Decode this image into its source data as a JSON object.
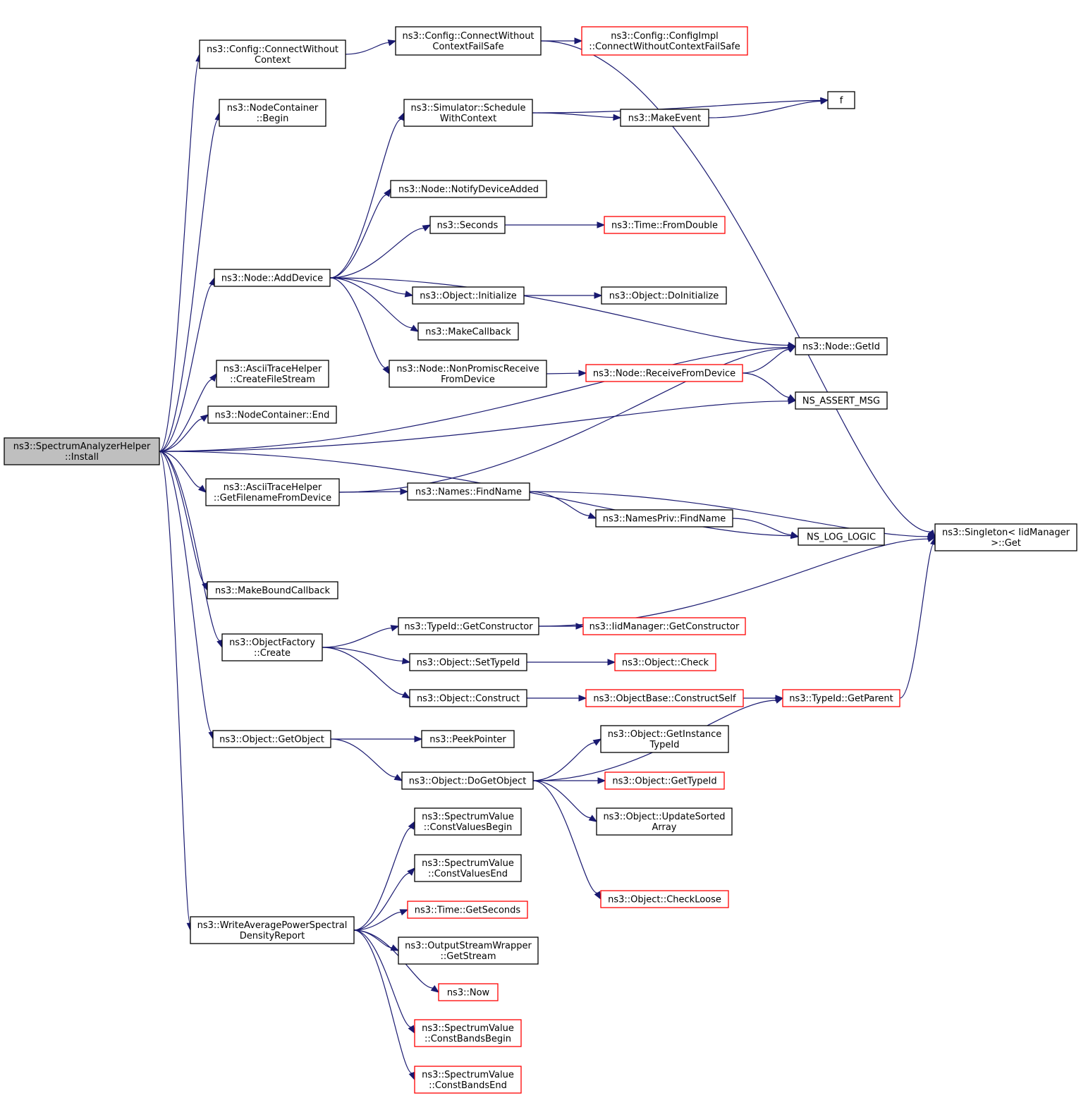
{
  "nodes": [
    {
      "id": "root",
      "lines": [
        "ns3::SpectrumAnalyzerHelper",
        "::Install"
      ],
      "style": "root"
    },
    {
      "id": "connectWithoutContext",
      "lines": [
        "ns3::Config::ConnectWithout",
        "Context"
      ],
      "style": "normal"
    },
    {
      "id": "connectWithoutContextFailSafe",
      "lines": [
        "ns3::Config::ConnectWithout",
        "ContextFailSafe"
      ],
      "style": "normal"
    },
    {
      "id": "configImplConnect",
      "lines": [
        "ns3::Config::ConfigImpl",
        "::ConnectWithoutContextFailSafe"
      ],
      "style": "red"
    },
    {
      "id": "nodeContainerBegin",
      "lines": [
        "ns3::NodeContainer",
        "::Begin"
      ],
      "style": "normal"
    },
    {
      "id": "scheduleWithContext",
      "lines": [
        "ns3::Simulator::Schedule",
        "WithContext"
      ],
      "style": "normal"
    },
    {
      "id": "f",
      "lines": [
        "f"
      ],
      "style": "normal"
    },
    {
      "id": "makeEvent",
      "lines": [
        "ns3::MakeEvent"
      ],
      "style": "normal"
    },
    {
      "id": "notifyDeviceAdded",
      "lines": [
        "ns3::Node::NotifyDeviceAdded"
      ],
      "style": "normal"
    },
    {
      "id": "seconds",
      "lines": [
        "ns3::Seconds"
      ],
      "style": "normal"
    },
    {
      "id": "timeFromDouble",
      "lines": [
        "ns3::Time::FromDouble"
      ],
      "style": "red"
    },
    {
      "id": "addDevice",
      "lines": [
        "ns3::Node::AddDevice"
      ],
      "style": "normal"
    },
    {
      "id": "objectInitialize",
      "lines": [
        "ns3::Object::Initialize"
      ],
      "style": "normal"
    },
    {
      "id": "doInitialize",
      "lines": [
        "ns3::Object::DoInitialize"
      ],
      "style": "normal"
    },
    {
      "id": "makeCallback",
      "lines": [
        "ns3::MakeCallback"
      ],
      "style": "normal"
    },
    {
      "id": "nodeGetId",
      "lines": [
        "ns3::Node::GetId"
      ],
      "style": "normal"
    },
    {
      "id": "nonPromisc",
      "lines": [
        "ns3::Node::NonPromiscReceive",
        "FromDevice"
      ],
      "style": "normal"
    },
    {
      "id": "receiveFromDevice",
      "lines": [
        "ns3::Node::ReceiveFromDevice"
      ],
      "style": "red"
    },
    {
      "id": "createFileStream",
      "lines": [
        "ns3::AsciiTraceHelper",
        "::CreateFileStream"
      ],
      "style": "normal"
    },
    {
      "id": "nodeContainerEnd",
      "lines": [
        "ns3::NodeContainer::End"
      ],
      "style": "normal"
    },
    {
      "id": "nsAssertMsg",
      "lines": [
        "NS_ASSERT_MSG"
      ],
      "style": "normal"
    },
    {
      "id": "getFilename",
      "lines": [
        "ns3::AsciiTraceHelper",
        "::GetFilenameFromDevice"
      ],
      "style": "normal"
    },
    {
      "id": "namesFindName",
      "lines": [
        "ns3::Names::FindName"
      ],
      "style": "normal"
    },
    {
      "id": "namesPrivFindName",
      "lines": [
        "ns3::NamesPriv::FindName"
      ],
      "style": "normal"
    },
    {
      "id": "nsLogLogic",
      "lines": [
        "NS_LOG_LOGIC"
      ],
      "style": "normal"
    },
    {
      "id": "singletonGet",
      "lines": [
        "ns3::Singleton< IidManager",
        ">::Get"
      ],
      "style": "normal"
    },
    {
      "id": "makeBoundCallback",
      "lines": [
        "ns3::MakeBoundCallback"
      ],
      "style": "normal"
    },
    {
      "id": "getConstructor",
      "lines": [
        "ns3::TypeId::GetConstructor"
      ],
      "style": "normal"
    },
    {
      "id": "iidGetConstructor",
      "lines": [
        "ns3::IidManager::GetConstructor"
      ],
      "style": "red"
    },
    {
      "id": "objectFactoryCreate",
      "lines": [
        "ns3::ObjectFactory",
        "::Create"
      ],
      "style": "normal"
    },
    {
      "id": "setTypeId",
      "lines": [
        "ns3::Object::SetTypeId"
      ],
      "style": "normal"
    },
    {
      "id": "objectCheck",
      "lines": [
        "ns3::Object::Check"
      ],
      "style": "red"
    },
    {
      "id": "objectConstruct",
      "lines": [
        "ns3::Object::Construct"
      ],
      "style": "normal"
    },
    {
      "id": "constructSelf",
      "lines": [
        "ns3::ObjectBase::ConstructSelf"
      ],
      "style": "red"
    },
    {
      "id": "getParent",
      "lines": [
        "ns3::TypeId::GetParent"
      ],
      "style": "red"
    },
    {
      "id": "getObject",
      "lines": [
        "ns3::Object::GetObject"
      ],
      "style": "normal"
    },
    {
      "id": "peekPointer",
      "lines": [
        "ns3::PeekPointer"
      ],
      "style": "normal"
    },
    {
      "id": "getInstanceTypeId",
      "lines": [
        "ns3::Object::GetInstance",
        "TypeId"
      ],
      "style": "normal"
    },
    {
      "id": "doGetObject",
      "lines": [
        "ns3::Object::DoGetObject"
      ],
      "style": "normal"
    },
    {
      "id": "getTypeId",
      "lines": [
        "ns3::Object::GetTypeId"
      ],
      "style": "red"
    },
    {
      "id": "updateSortedArray",
      "lines": [
        "ns3::Object::UpdateSorted",
        "Array"
      ],
      "style": "normal"
    },
    {
      "id": "constValuesBegin",
      "lines": [
        "ns3::SpectrumValue",
        "::ConstValuesBegin"
      ],
      "style": "normal"
    },
    {
      "id": "constValuesEnd",
      "lines": [
        "ns3::SpectrumValue",
        "::ConstValuesEnd"
      ],
      "style": "normal"
    },
    {
      "id": "timeGetSeconds",
      "lines": [
        "ns3::Time::GetSeconds"
      ],
      "style": "red"
    },
    {
      "id": "checkLoose",
      "lines": [
        "ns3::Object::CheckLoose"
      ],
      "style": "red"
    },
    {
      "id": "writeAvgPsd",
      "lines": [
        "ns3::WriteAveragePowerSpectral",
        "DensityReport"
      ],
      "style": "normal"
    },
    {
      "id": "getStream",
      "lines": [
        "ns3::OutputStreamWrapper",
        "::GetStream"
      ],
      "style": "normal"
    },
    {
      "id": "now",
      "lines": [
        "ns3::Now"
      ],
      "style": "red"
    },
    {
      "id": "constBandsBegin",
      "lines": [
        "ns3::SpectrumValue",
        "::ConstBandsBegin"
      ],
      "style": "red"
    },
    {
      "id": "constBandsEnd",
      "lines": [
        "ns3::SpectrumValue",
        "::ConstBandsEnd"
      ],
      "style": "red"
    }
  ],
  "edges": [
    [
      "root",
      "connectWithoutContext"
    ],
    [
      "connectWithoutContext",
      "connectWithoutContextFailSafe"
    ],
    [
      "connectWithoutContextFailSafe",
      "configImplConnect"
    ],
    [
      "connectWithoutContextFailSafe",
      "singletonGet"
    ],
    [
      "root",
      "nodeContainerBegin"
    ],
    [
      "root",
      "nodeGetId"
    ],
    [
      "root",
      "addDevice"
    ],
    [
      "root",
      "createFileStream"
    ],
    [
      "root",
      "nodeContainerEnd"
    ],
    [
      "root",
      "nsAssertMsg"
    ],
    [
      "root",
      "getFilename"
    ],
    [
      "root",
      "nsLogLogic"
    ],
    [
      "root",
      "makeBoundCallback"
    ],
    [
      "root",
      "objectFactoryCreate"
    ],
    [
      "root",
      "getObject"
    ],
    [
      "root",
      "writeAvgPsd"
    ],
    [
      "scheduleWithContext",
      "f"
    ],
    [
      "scheduleWithContext",
      "makeEvent"
    ],
    [
      "makeEvent",
      "f"
    ],
    [
      "addDevice",
      "scheduleWithContext"
    ],
    [
      "addDevice",
      "notifyDeviceAdded"
    ],
    [
      "addDevice",
      "seconds"
    ],
    [
      "addDevice",
      "nodeGetId"
    ],
    [
      "addDevice",
      "objectInitialize"
    ],
    [
      "addDevice",
      "makeCallback"
    ],
    [
      "addDevice",
      "nonPromisc"
    ],
    [
      "seconds",
      "timeFromDouble"
    ],
    [
      "objectInitialize",
      "doInitialize"
    ],
    [
      "nonPromisc",
      "receiveFromDevice"
    ],
    [
      "receiveFromDevice",
      "nodeGetId"
    ],
    [
      "receiveFromDevice",
      "nsAssertMsg"
    ],
    [
      "getFilename",
      "nodeGetId"
    ],
    [
      "getFilename",
      "namesFindName"
    ],
    [
      "namesFindName",
      "singletonGet"
    ],
    [
      "namesFindName",
      "namesPrivFindName"
    ],
    [
      "namesPrivFindName",
      "nsLogLogic"
    ],
    [
      "objectFactoryCreate",
      "getConstructor"
    ],
    [
      "objectFactoryCreate",
      "setTypeId"
    ],
    [
      "objectFactoryCreate",
      "objectConstruct"
    ],
    [
      "getConstructor",
      "iidGetConstructor"
    ],
    [
      "getConstructor",
      "singletonGet"
    ],
    [
      "setTypeId",
      "objectCheck"
    ],
    [
      "objectConstruct",
      "constructSelf"
    ],
    [
      "constructSelf",
      "getParent"
    ],
    [
      "getParent",
      "singletonGet"
    ],
    [
      "getObject",
      "peekPointer"
    ],
    [
      "getObject",
      "doGetObject"
    ],
    [
      "doGetObject",
      "getInstanceTypeId"
    ],
    [
      "doGetObject",
      "getTypeId"
    ],
    [
      "doGetObject",
      "updateSortedArray"
    ],
    [
      "doGetObject",
      "getParent"
    ],
    [
      "doGetObject",
      "checkLoose"
    ],
    [
      "writeAvgPsd",
      "constValuesBegin"
    ],
    [
      "writeAvgPsd",
      "constValuesEnd"
    ],
    [
      "writeAvgPsd",
      "timeGetSeconds"
    ],
    [
      "writeAvgPsd",
      "getStream"
    ],
    [
      "writeAvgPsd",
      "now"
    ],
    [
      "writeAvgPsd",
      "constBandsBegin"
    ],
    [
      "writeAvgPsd",
      "constBandsEnd"
    ]
  ],
  "colors": {
    "edge": "#191970",
    "red_border": "#ff0000",
    "root_fill": "#bfbfbf",
    "border": "#000000"
  }
}
